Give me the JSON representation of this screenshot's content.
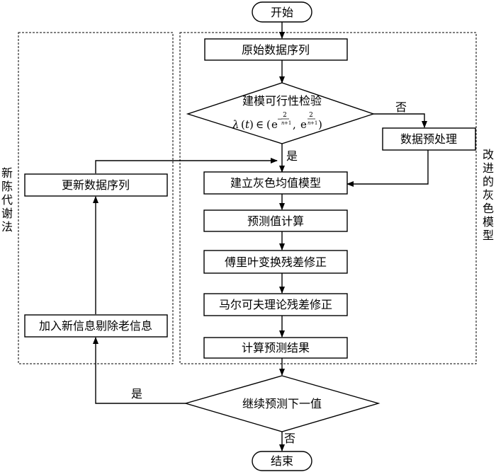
{
  "nodes": {
    "start": "开始",
    "original_data": "原始数据序列",
    "feasibility_check": "建模可行性检验",
    "formula": {
      "lambda": "λ",
      "paren_open": "(",
      "t": "t",
      "paren_close": ")",
      "in": "∈",
      "open": "(",
      "e": "e",
      "minus": "−",
      "num": "2",
      "den_n": "n",
      "den_rest": "+1",
      "comma": ",",
      "close": ")"
    },
    "preprocess": "数据预处理",
    "build_model": "建立灰色均值模型",
    "predict_calc": "预测值计算",
    "fourier_fix": "傅里叶变换残差修正",
    "markov_fix": "马尔可夫理论残差修正",
    "compute_result": "计算预测结果",
    "continue_predict": "继续预测下一值",
    "end": "结束",
    "update_data": "更新数据序列",
    "add_remove": "加入新信息剔除老信息"
  },
  "edge_labels": {
    "no_top": "否",
    "yes_top": "是",
    "yes_bottom": "是",
    "no_bottom": "否"
  },
  "groups": {
    "left": [
      "新",
      "陈",
      "代",
      "谢",
      "法"
    ],
    "right": [
      "改",
      "进",
      "的",
      "灰",
      "色",
      "模",
      "型"
    ]
  }
}
